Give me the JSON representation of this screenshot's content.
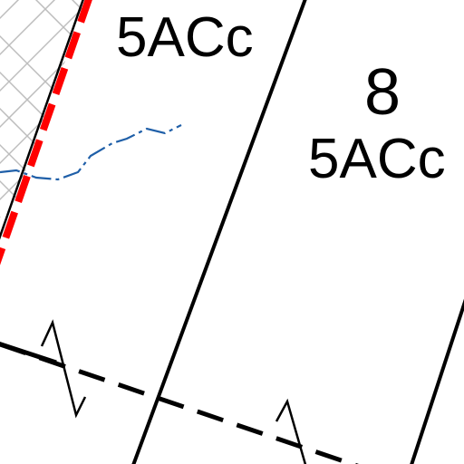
{
  "map": {
    "labels": {
      "top_zone": "5ACc",
      "parcel_number": "8",
      "parcel_zone": "5ACc"
    },
    "colors": {
      "background": "#ffffff",
      "boundary": "#000000",
      "red_dashed_line": "#ff0000",
      "stream": "#1f5fa8",
      "hatch": "#bdbdbd"
    }
  }
}
